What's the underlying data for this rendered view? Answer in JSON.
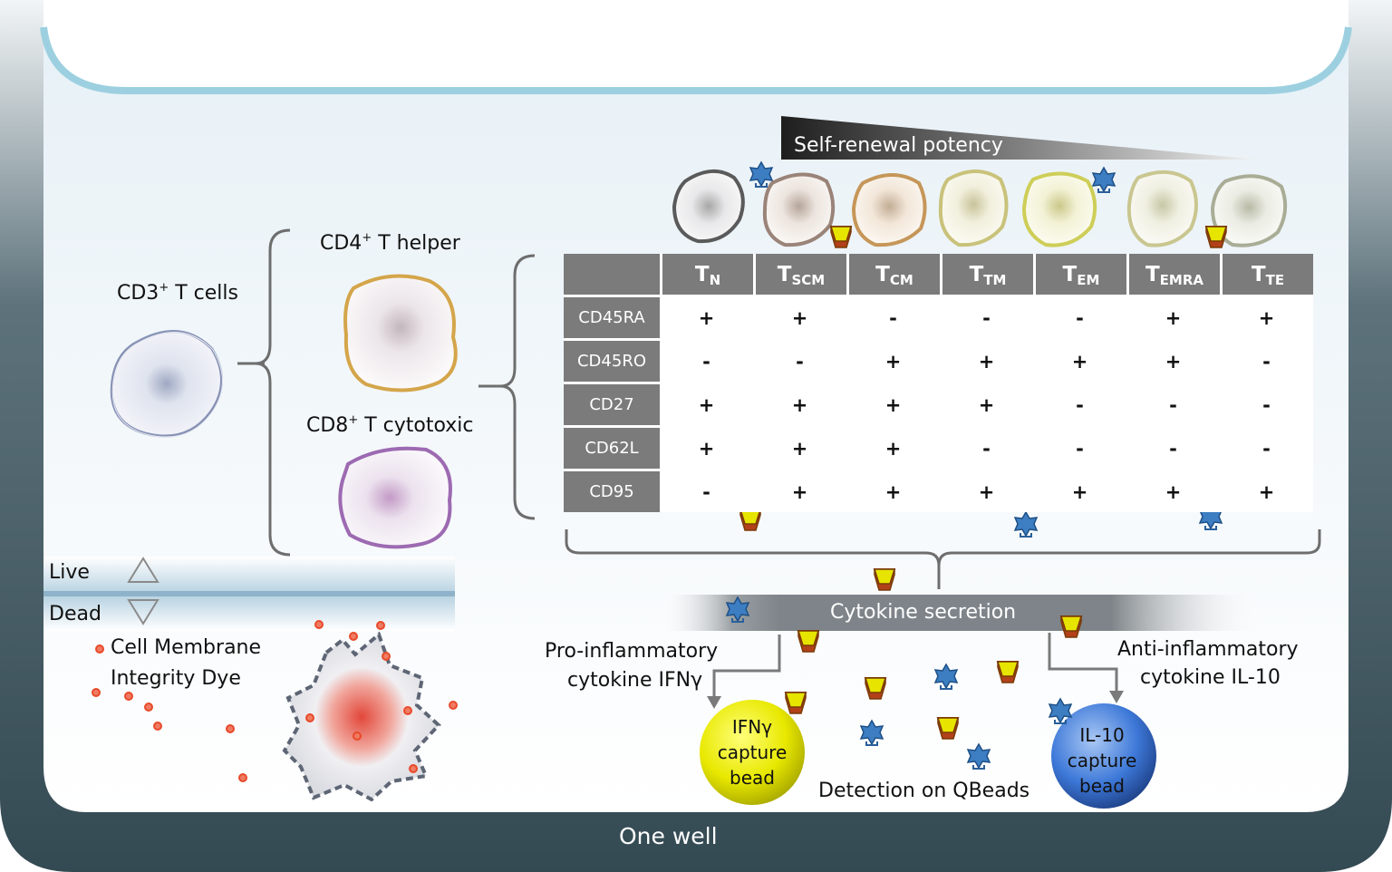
{
  "title_gradient": "Self-renewal potency",
  "cd3": {
    "main": "CD3",
    "sup": "+",
    "rest": " T cells"
  },
  "cd4": {
    "main": "CD4",
    "sup": "+",
    "rest": " T helper"
  },
  "cd8": {
    "main": "CD8",
    "sup": "+",
    "rest": " T cytotoxic"
  },
  "viability": {
    "live": "Live",
    "dead": "Dead",
    "dye_line1": "Cell Membrane",
    "dye_line2": "Integrity Dye"
  },
  "table": {
    "columns": [
      {
        "main": "T",
        "sub": "N"
      },
      {
        "main": "T",
        "sub": "SCM"
      },
      {
        "main": "T",
        "sub": "CM"
      },
      {
        "main": "T",
        "sub": "TM"
      },
      {
        "main": "T",
        "sub": "EM"
      },
      {
        "main": "T",
        "sub": "EMRA"
      },
      {
        "main": "T",
        "sub": "TE"
      }
    ],
    "rows": [
      {
        "marker": "CD45RA",
        "values": [
          "+",
          "+",
          "-",
          "-",
          "-",
          "+",
          "+"
        ]
      },
      {
        "marker": "CD45RO",
        "values": [
          "-",
          "-",
          "+",
          "+",
          "+",
          "+",
          "-"
        ]
      },
      {
        "marker": "CD27",
        "values": [
          "+",
          "+",
          "+",
          "+",
          "-",
          "-",
          "-"
        ]
      },
      {
        "marker": "CD62L",
        "values": [
          "+",
          "+",
          "+",
          "-",
          "-",
          "-",
          "-"
        ]
      },
      {
        "marker": "CD95",
        "values": [
          "-",
          "+",
          "+",
          "+",
          "+",
          "+",
          "+"
        ]
      }
    ]
  },
  "cytokine": {
    "band": "Cytokine secretion",
    "pro_line1": "Pro-inflammatory",
    "pro_line2": "cytokine IFNγ",
    "anti_line1": "Anti-inflammatory",
    "anti_line2": "cytokine IL-10",
    "detection": "Detection on QBeads"
  },
  "beads": {
    "ifng": [
      "IFNγ",
      "capture",
      "bead"
    ],
    "il10": [
      "IL-10",
      "capture",
      "bead"
    ]
  },
  "well_label": "One well",
  "colors": {
    "well_dark": "#3a5059",
    "well_rim": "#9cd0e0",
    "header_gray": "#7b7b7b",
    "ifng_bead": "#e6e600",
    "il10_bead": "#3d78d8",
    "dye_dot": "#e84a2a"
  }
}
